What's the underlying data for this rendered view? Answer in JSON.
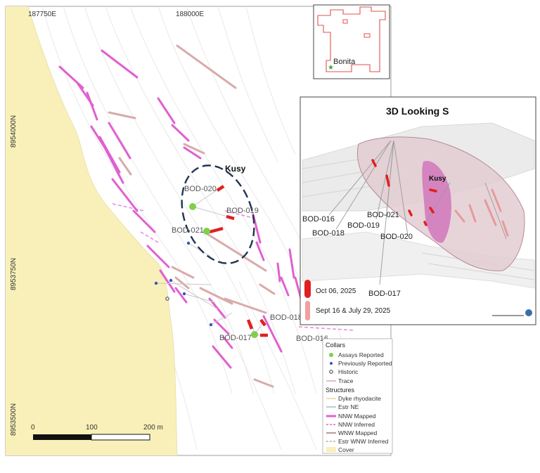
{
  "coords": {
    "easting": [
      "187750E",
      "188000E"
    ],
    "northing": [
      "8954000N",
      "8953750N",
      "8953500N"
    ]
  },
  "scale": {
    "ticks": [
      "0",
      "100",
      "200 m"
    ]
  },
  "target_label": "Kusy",
  "holes": [
    "BOD-020",
    "BOD-019",
    "BOD-021",
    "BOD-018",
    "BOD-017",
    "BOD-016"
  ],
  "inset": {
    "label": "Bonita"
  },
  "view3d": {
    "title": "3D Looking S",
    "target_label": "Kusy",
    "holes": [
      "BOD-016",
      "BOD-018",
      "BOD-019",
      "BOD-021",
      "BOD-020",
      "BOD-017"
    ],
    "key": [
      "Oct 06, 2025",
      "Sept 16 & July 29, 2025"
    ]
  },
  "legend": {
    "collars_title": "Collars",
    "collars": [
      "Assays Reported",
      "Previously Reported",
      "Historic",
      "Trace"
    ],
    "structures_title": "Structures",
    "structures": [
      "Dyke rhyodacite",
      "Estr NE",
      "NNW Mapped",
      "NNW Inferred",
      "WNW Mapped",
      "Estr WNW Inferred",
      "Cover"
    ]
  },
  "colors": {
    "cover": "#f8f0b8",
    "nnw": "#e060d0",
    "wnw": "#d9aaaa",
    "assay": "#7ed04a",
    "prev": "#4050c0",
    "drill_new": "#e02020",
    "drill_old": "#f0a0a0"
  }
}
